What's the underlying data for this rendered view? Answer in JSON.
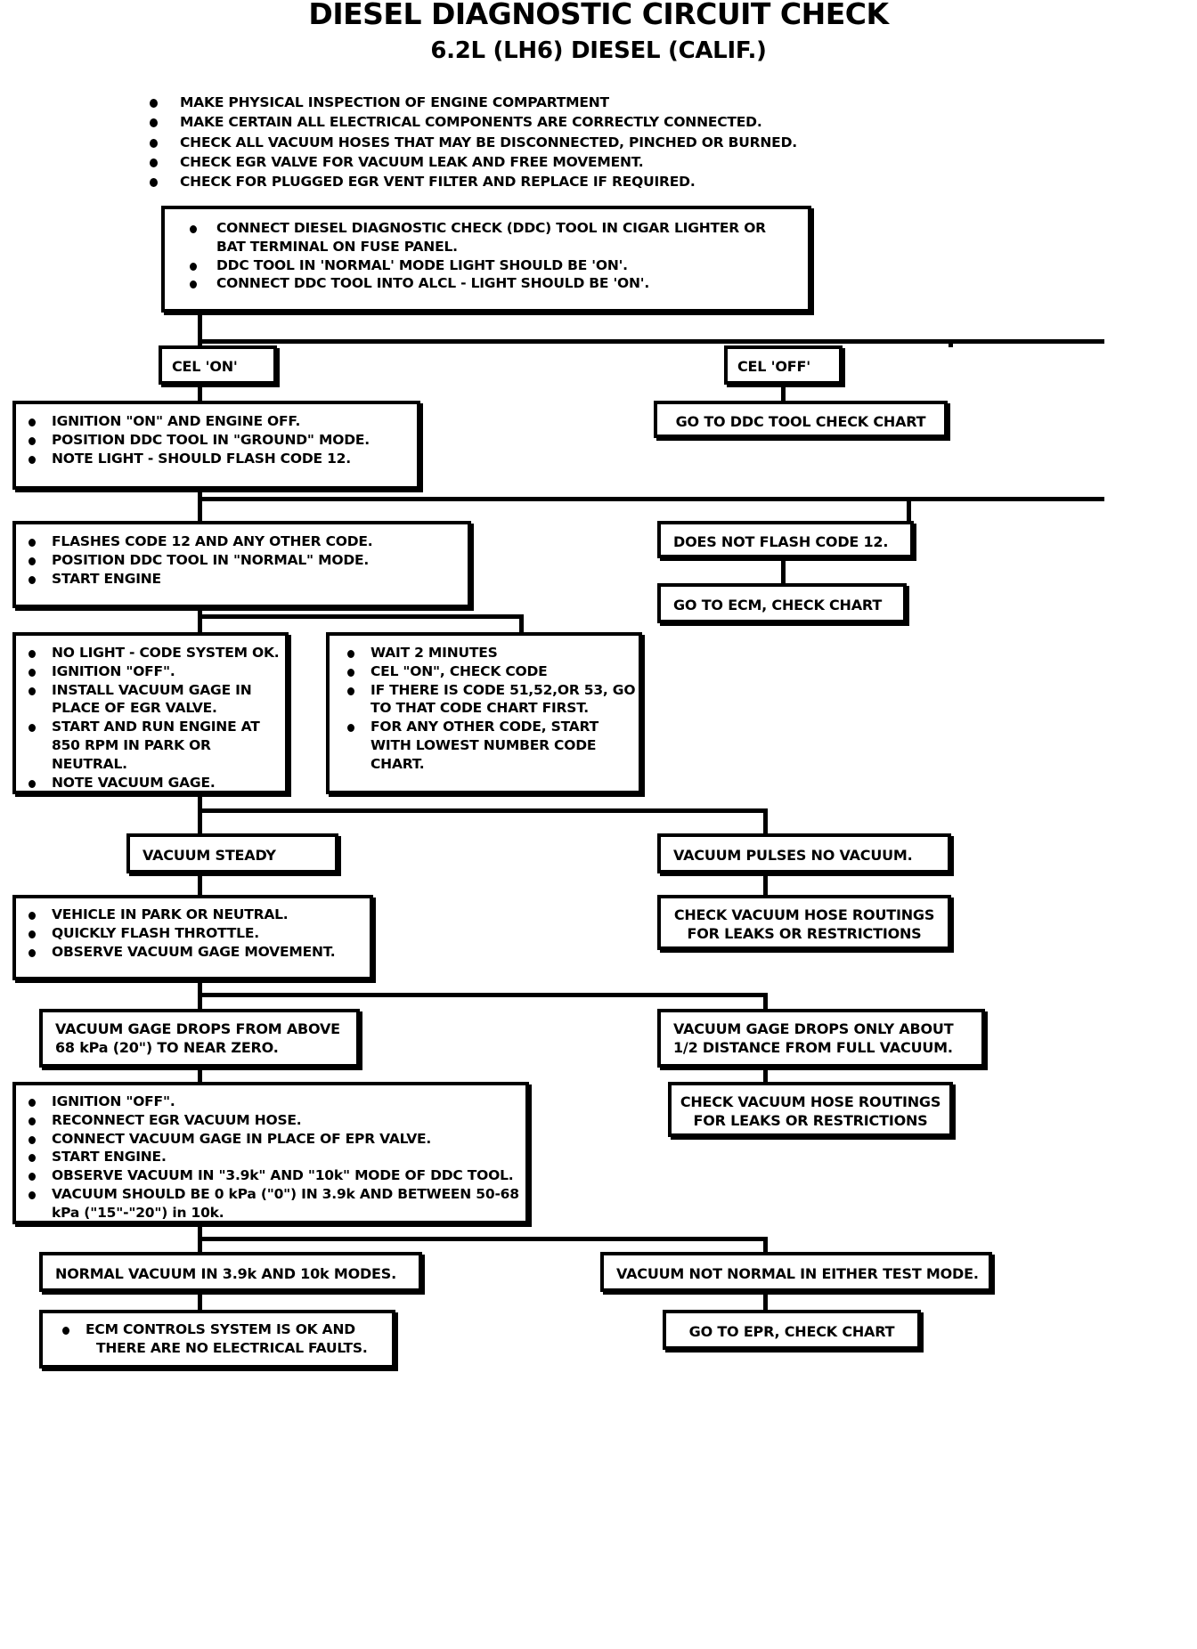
{
  "title": {
    "main": "DIESEL DIAGNOSTIC CIRCUIT CHECK",
    "sub": "6.2L (LH6) DIESEL (CALIF.)"
  },
  "preamble": [
    "MAKE PHYSICAL INSPECTION OF ENGINE COMPARTMENT",
    "MAKE CERTAIN ALL ELECTRICAL COMPONENTS ARE CORRECTLY CONNECTED.",
    "CHECK ALL VACUUM HOSES THAT MAY BE DISCONNECTED, PINCHED OR BURNED.",
    "CHECK EGR VALVE FOR VACUUM LEAK AND FREE MOVEMENT.",
    "CHECK FOR PLUGGED EGR VENT FILTER AND REPLACE IF REQUIRED."
  ],
  "boxes": {
    "connect_ddc": [
      "CONNECT DIESEL DIAGNOSTIC CHECK (DDC) TOOL IN CIGAR LIGHTER OR",
      "BAT TERMINAL ON FUSE PANEL.",
      "DDC TOOL IN 'NORMAL' MODE LIGHT SHOULD BE 'ON'.",
      "CONNECT DDC TOOL INTO ALCL - LIGHT SHOULD BE 'ON'."
    ],
    "cel_on": "CEL 'ON'",
    "cel_off": "CEL 'OFF'",
    "go_to_ddc_tool_check_chart": "GO TO DDC TOOL CHECK CHART",
    "ignition_on": [
      "IGNITION \"ON\" AND ENGINE OFF.",
      "POSITION DDC TOOL IN  \"GROUND\"  MODE.",
      "NOTE LIGHT - SHOULD FLASH CODE 12."
    ],
    "flashes_code_12": [
      "FLASHES CODE 12 AND ANY OTHER CODE.",
      "POSITION DDC TOOL IN \"NORMAL\" MODE.",
      "START  ENGINE"
    ],
    "does_not_flash": "DOES NOT FLASH CODE 12.",
    "go_to_ecm_check_chart": "GO TO ECM, CHECK CHART",
    "no_light": [
      "NO LIGHT - CODE SYSTEM OK.",
      "IGNITION \"OFF\".",
      "INSTALL VACUUM GAGE IN",
      "PLACE OF EGR VALVE.",
      "START AND RUN ENGINE AT",
      "850 RPM IN PARK OR",
      "NEUTRAL.",
      "NOTE VACUUM GAGE."
    ],
    "wait_2_minutes": [
      "WAIT 2 MINUTES",
      "CEL \"ON\", CHECK CODE",
      "IF THERE IS CODE 51,52,OR 53, GO",
      "TO THAT CODE CHART FIRST.",
      "FOR ANY OTHER CODE, START",
      "WITH LOWEST NUMBER CODE",
      "CHART."
    ],
    "vacuum_steady": "VACUUM STEADY",
    "vacuum_pulses": "VACUUM PULSES  NO VACUUM.",
    "check_hose_routings_1": [
      "CHECK VACUUM HOSE ROUTINGS",
      "FOR LEAKS OR RESTRICTIONS"
    ],
    "vehicle_in_park": [
      "VEHICLE IN PARK OR NEUTRAL.",
      "QUICKLY FLASH THROTTLE.",
      "OBSERVE VACUUM GAGE MOVEMENT."
    ],
    "gage_drops_near_zero": [
      "VACUUM  GAGE DROPS FROM  ABOVE",
      "68 kPa (20\") TO NEAR ZERO."
    ],
    "gage_drops_half": [
      "VACUUM  GAGE DROPS ONLY ABOUT",
      "1/2 DISTANCE FROM FULL VACUUM."
    ],
    "check_hose_routings_2": [
      "CHECK VACUUM HOSE ROUTINGS",
      "FOR LEAKS OR RESTRICTIONS"
    ],
    "ignition_off_epr": [
      "IGNITION \"OFF\".",
      "RECONNECT EGR VACUUM HOSE.",
      "CONNECT VACUUM GAGE IN PLACE OF EPR VALVE.",
      "START ENGINE.",
      "OBSERVE VACUUM IN \"3.9k\" AND \"10k\" MODE OF DDC TOOL.",
      "VACUUM SHOULD BE 0 kPa (\"0\") IN 3.9k AND BETWEEN 50-68",
      "kPa (\"15\"-\"20\") in 10k."
    ],
    "normal_vacuum": "NORMAL VACUUM IN 3.9k AND 10k MODES.",
    "vacuum_not_normal": "VACUUM NOT NORMAL IN EITHER TEST MODE.",
    "ecm_ok": [
      "ECM CONTROLS SYSTEM IS OK AND",
      "THERE ARE NO ELECTRICAL FAULTS."
    ],
    "go_to_epr_check_chart": "GO TO EPR, CHECK CHART"
  },
  "colors": {
    "ink": "#000000",
    "paper": "#ffffff"
  }
}
